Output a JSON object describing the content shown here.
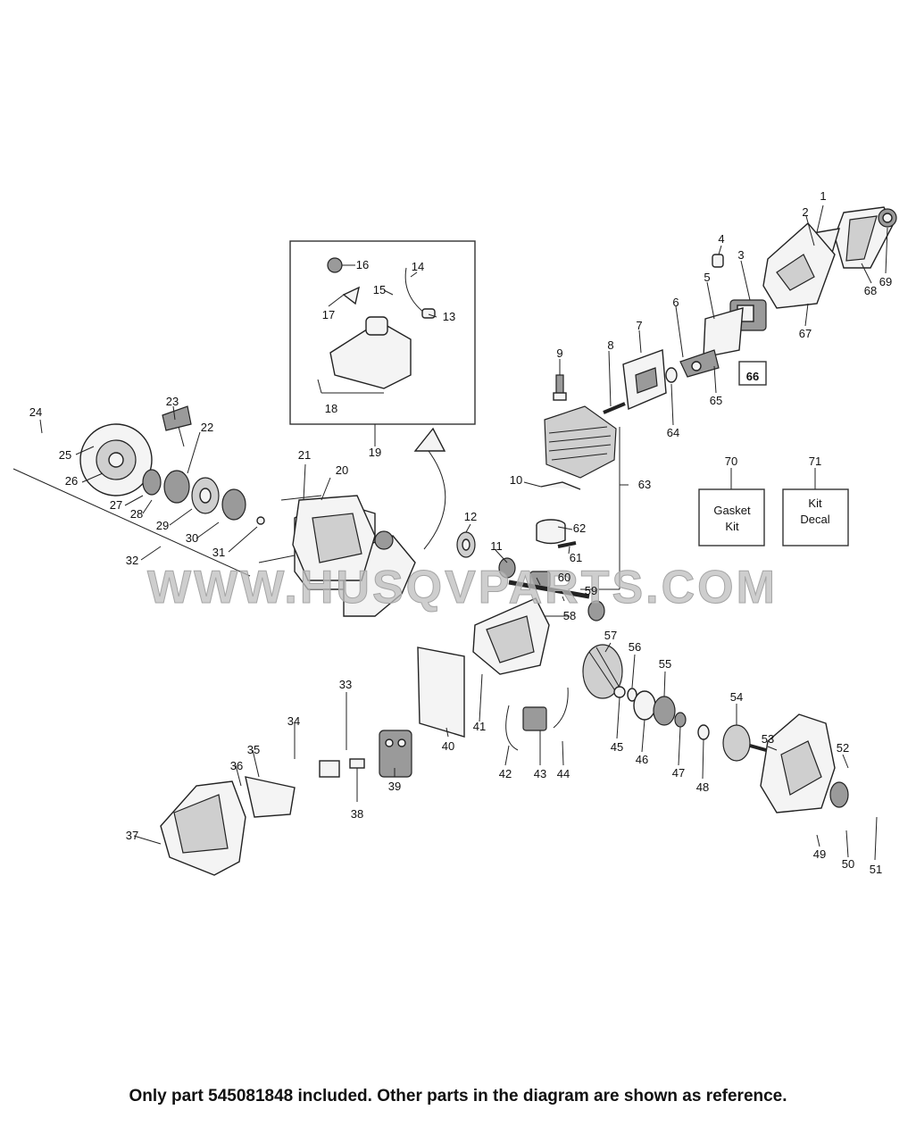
{
  "watermark": "WWW.HUSQVPARTS.COM",
  "footer_note": "Only part 545081848 included. Other parts in the diagram are shown as reference.",
  "kit_boxes": {
    "gasket_kit": {
      "number": "70",
      "line1": "Gasket",
      "line2": "Kit"
    },
    "kit_decal": {
      "number": "71",
      "line1": "Kit",
      "line2": "Decal"
    }
  },
  "highlighted_part": "66",
  "inset_label": "19",
  "callouts": [
    "1",
    "2",
    "3",
    "4",
    "5",
    "6",
    "7",
    "8",
    "9",
    "10",
    "11",
    "12",
    "13",
    "14",
    "15",
    "16",
    "17",
    "18",
    "19",
    "20",
    "21",
    "22",
    "23",
    "24",
    "25",
    "26",
    "27",
    "28",
    "29",
    "30",
    "31",
    "32",
    "33",
    "34",
    "35",
    "36",
    "37",
    "38",
    "39",
    "40",
    "41",
    "42",
    "43",
    "44",
    "45",
    "46",
    "47",
    "48",
    "49",
    "50",
    "51",
    "52",
    "53",
    "54",
    "55",
    "56",
    "57",
    "58",
    "59",
    "60",
    "61",
    "62",
    "63",
    "64",
    "65",
    "66",
    "67",
    "68",
    "69",
    "70",
    "71"
  ]
}
